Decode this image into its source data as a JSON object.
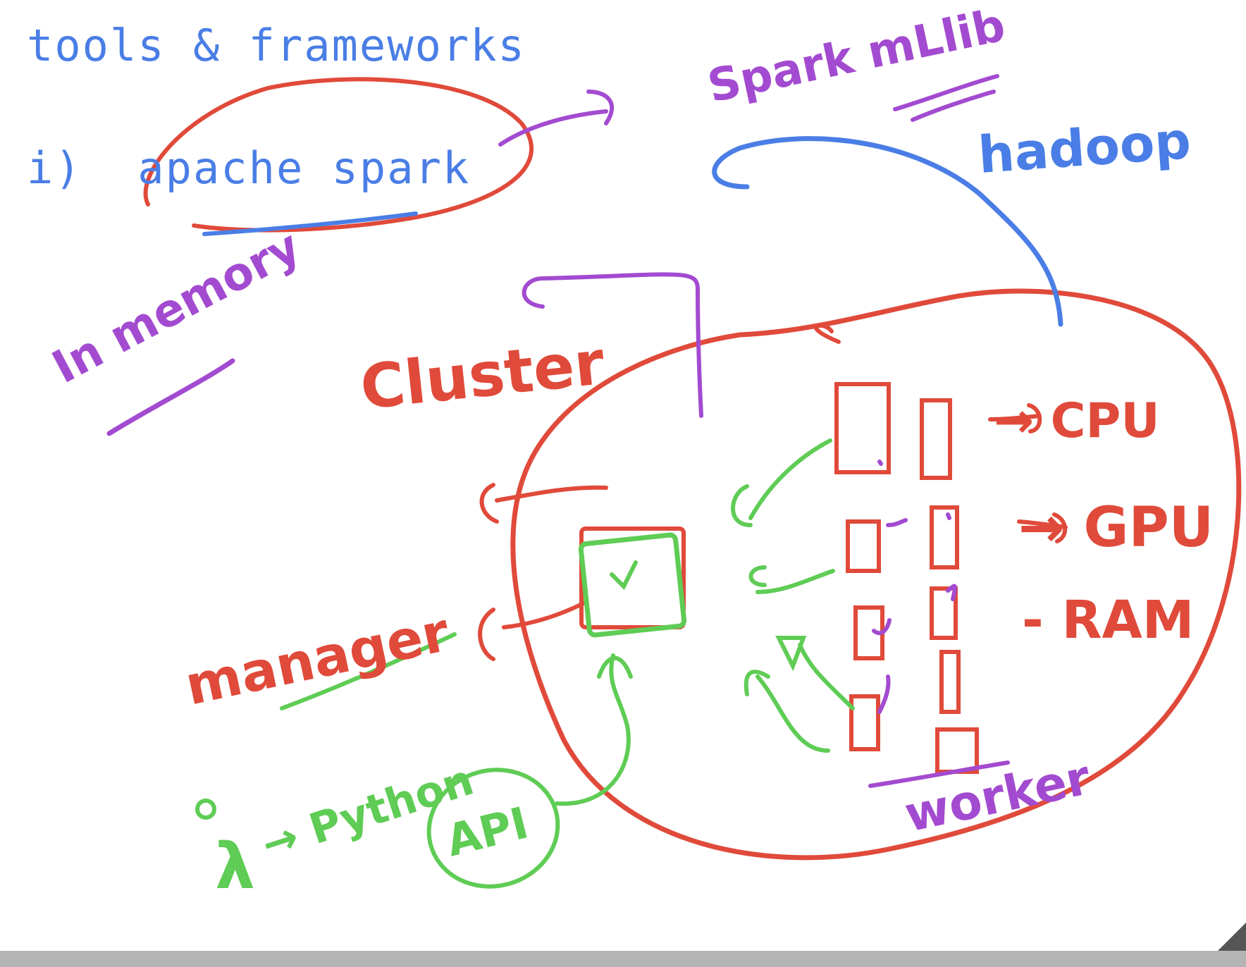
{
  "colors": {
    "typed": "#4a7ee6",
    "red": "#e04a3a",
    "purple": "#a34bd0",
    "green": "#5fcc55",
    "blue": "#4a7ee6"
  },
  "typed_text": {
    "heading": "tools & frameworks",
    "item_1": "i)  apache spark"
  },
  "handwriting": {
    "spark_mllib": "Spark mLlib",
    "hadoop": "hadoop",
    "in_memory": "In memory",
    "cluster": "Cluster",
    "cpu": "→ CPU",
    "gpu": "→ GPU",
    "ram": "- RAM",
    "manager": "manager",
    "worker": "worker",
    "python": "→ Python",
    "lambda": "λ",
    "api": "API"
  }
}
